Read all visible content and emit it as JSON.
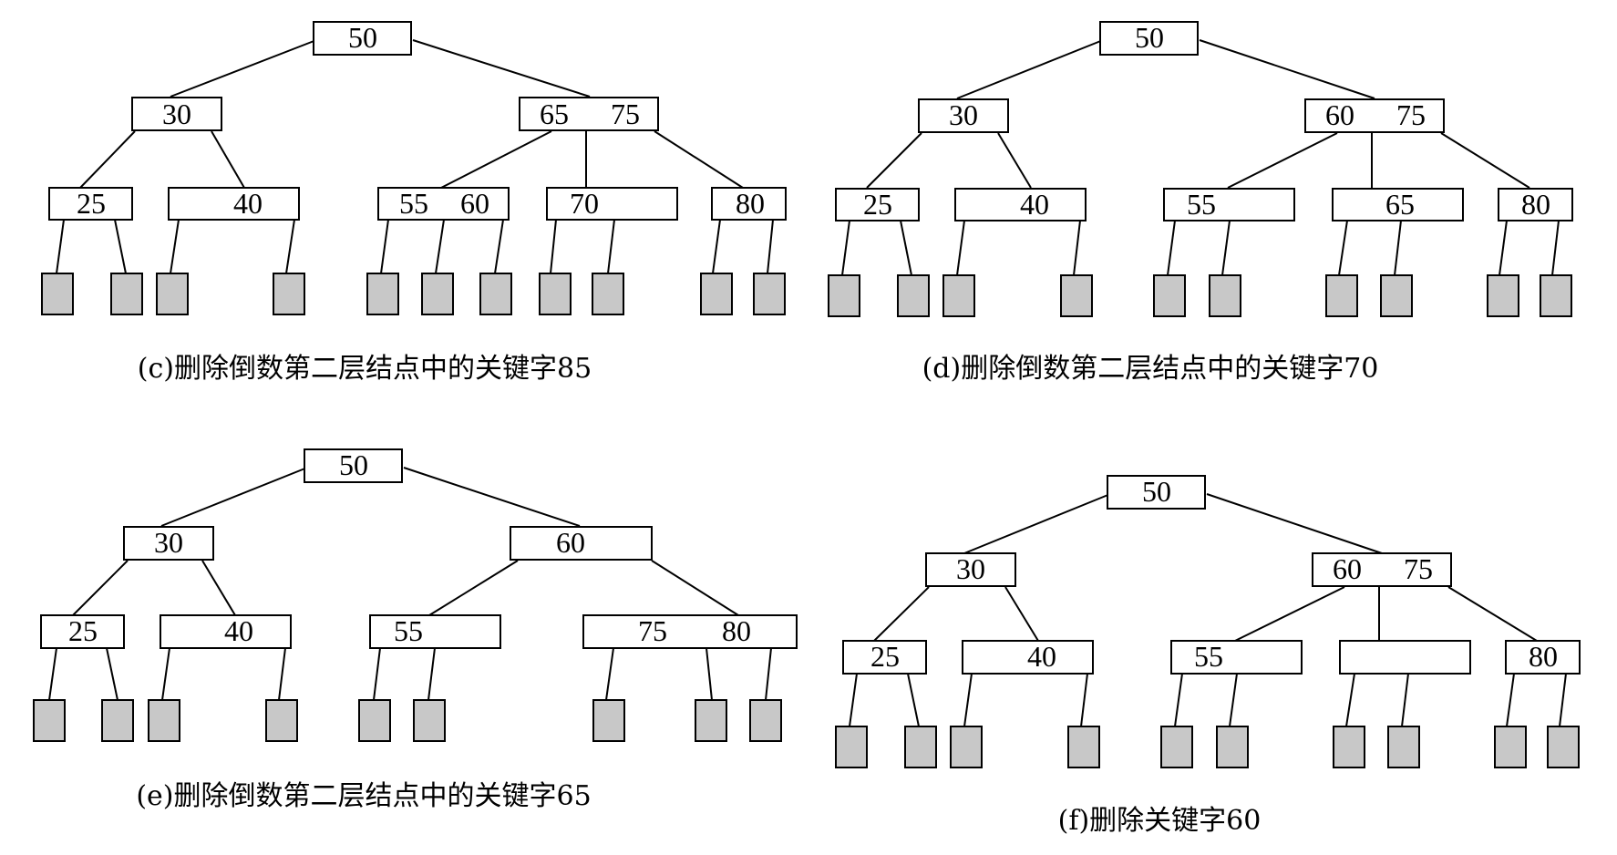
{
  "panels": [
    {
      "id": "c",
      "caption": "(c)删除倒数第二层结点中的关键字85",
      "nodes": [
        {
          "id": "root",
          "keys": [
            "50"
          ]
        },
        {
          "id": "n30",
          "keys": [
            "30"
          ]
        },
        {
          "id": "n6575",
          "keys": [
            "65",
            "75"
          ]
        },
        {
          "id": "n25",
          "keys": [
            "25"
          ]
        },
        {
          "id": "n40",
          "keys": [
            "40"
          ]
        },
        {
          "id": "n5560",
          "keys": [
            "55",
            "60"
          ]
        },
        {
          "id": "n70",
          "keys": [
            "70"
          ]
        },
        {
          "id": "n80",
          "keys": [
            "80"
          ]
        }
      ]
    },
    {
      "id": "d",
      "caption": "(d)删除倒数第二层结点中的关键字70",
      "nodes": [
        {
          "id": "root",
          "keys": [
            "50"
          ]
        },
        {
          "id": "n30",
          "keys": [
            "30"
          ]
        },
        {
          "id": "n6075",
          "keys": [
            "60",
            "75"
          ]
        },
        {
          "id": "n25",
          "keys": [
            "25"
          ]
        },
        {
          "id": "n40",
          "keys": [
            "40"
          ]
        },
        {
          "id": "n55",
          "keys": [
            "55"
          ]
        },
        {
          "id": "n65",
          "keys": [
            "65"
          ]
        },
        {
          "id": "n80",
          "keys": [
            "80"
          ]
        }
      ]
    },
    {
      "id": "e",
      "caption": "(e)删除倒数第二层结点中的关键字65",
      "nodes": [
        {
          "id": "root",
          "keys": [
            "50"
          ]
        },
        {
          "id": "n30",
          "keys": [
            "30"
          ]
        },
        {
          "id": "n60",
          "keys": [
            "60"
          ]
        },
        {
          "id": "n25",
          "keys": [
            "25"
          ]
        },
        {
          "id": "n40",
          "keys": [
            "40"
          ]
        },
        {
          "id": "n55",
          "keys": [
            "55"
          ]
        },
        {
          "id": "n7580",
          "keys": [
            "75",
            "80"
          ]
        }
      ]
    },
    {
      "id": "f",
      "caption": "(f)删除关键字60",
      "nodes": [
        {
          "id": "root",
          "keys": [
            "50"
          ]
        },
        {
          "id": "n30",
          "keys": [
            "30"
          ]
        },
        {
          "id": "n6075",
          "keys": [
            "60",
            "75"
          ]
        },
        {
          "id": "n25",
          "keys": [
            "25"
          ]
        },
        {
          "id": "n40",
          "keys": [
            "40"
          ]
        },
        {
          "id": "n55",
          "keys": [
            "55"
          ]
        },
        {
          "id": "nempty",
          "keys": []
        },
        {
          "id": "n80",
          "keys": [
            "80"
          ]
        }
      ]
    }
  ]
}
